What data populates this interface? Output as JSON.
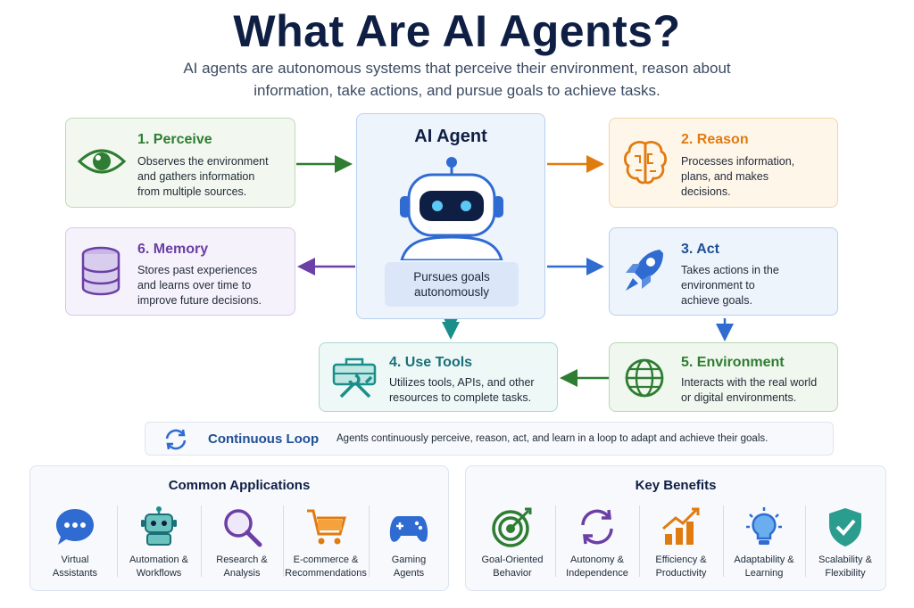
{
  "header": {
    "title": "What Are AI Agents?",
    "subtitle_line1": "AI agents are autonomous systems that perceive their environment, reason about",
    "subtitle_line2": "information, take actions, and pursue goals to achieve tasks."
  },
  "center": {
    "title": "AI Agent",
    "pill_line1": "Pursues goals",
    "pill_line2": "autonomously"
  },
  "steps": {
    "perceive": {
      "title": "1. Perceive",
      "lines": [
        "Observes the environment",
        "and gathers information",
        "from multiple sources."
      ]
    },
    "reason": {
      "title": "2. Reason",
      "lines": [
        "Processes information,",
        "plans, and makes",
        "decisions."
      ]
    },
    "act": {
      "title": "3. Act",
      "lines": [
        "Takes actions in the",
        "environment to",
        "achieve goals."
      ]
    },
    "tools": {
      "title": "4. Use Tools",
      "lines": [
        "Utilizes tools, APIs, and other",
        "resources to complete tasks."
      ]
    },
    "environment": {
      "title": "5. Environment",
      "lines": [
        "Interacts with the real world",
        "or digital environments."
      ]
    },
    "memory": {
      "title": "6. Memory",
      "lines": [
        "Stores past experiences",
        "and learns over time to",
        "improve future decisions."
      ]
    }
  },
  "loop": {
    "title": "Continuous Loop",
    "text": "Agents continuously perceive, reason, act, and learn in a loop to adapt and achieve their goals."
  },
  "applications": {
    "title": "Common Applications",
    "items": [
      {
        "icon": "chat-bubble-icon",
        "lines": [
          "Virtual",
          "Assistants"
        ]
      },
      {
        "icon": "robot-icon",
        "lines": [
          "Automation &",
          "Workflows"
        ]
      },
      {
        "icon": "magnifier-icon",
        "lines": [
          "Research &",
          "Analysis"
        ]
      },
      {
        "icon": "cart-icon",
        "lines": [
          "E-commerce &",
          "Recommendations"
        ]
      },
      {
        "icon": "gamepad-icon",
        "lines": [
          "Gaming",
          "Agents"
        ]
      }
    ]
  },
  "benefits": {
    "title": "Key Benefits",
    "items": [
      {
        "icon": "target-icon",
        "lines": [
          "Goal-Oriented",
          "Behavior"
        ]
      },
      {
        "icon": "cycle-icon",
        "lines": [
          "Autonomy &",
          "Independence"
        ]
      },
      {
        "icon": "growth-chart-icon",
        "lines": [
          "Efficiency &",
          "Productivity"
        ]
      },
      {
        "icon": "lightbulb-icon",
        "lines": [
          "Adaptability &",
          "Learning"
        ]
      },
      {
        "icon": "shield-check-icon",
        "lines": [
          "Scalability &",
          "Flexibility"
        ]
      }
    ]
  },
  "colors": {
    "perceive": "#2e7d32",
    "reason": "#e07b10",
    "memory": "#6b3fa5",
    "act": "#2f6bd1",
    "tools": "#1a8f8a",
    "environment": "#2e7d32",
    "title": "#0f1f44"
  }
}
